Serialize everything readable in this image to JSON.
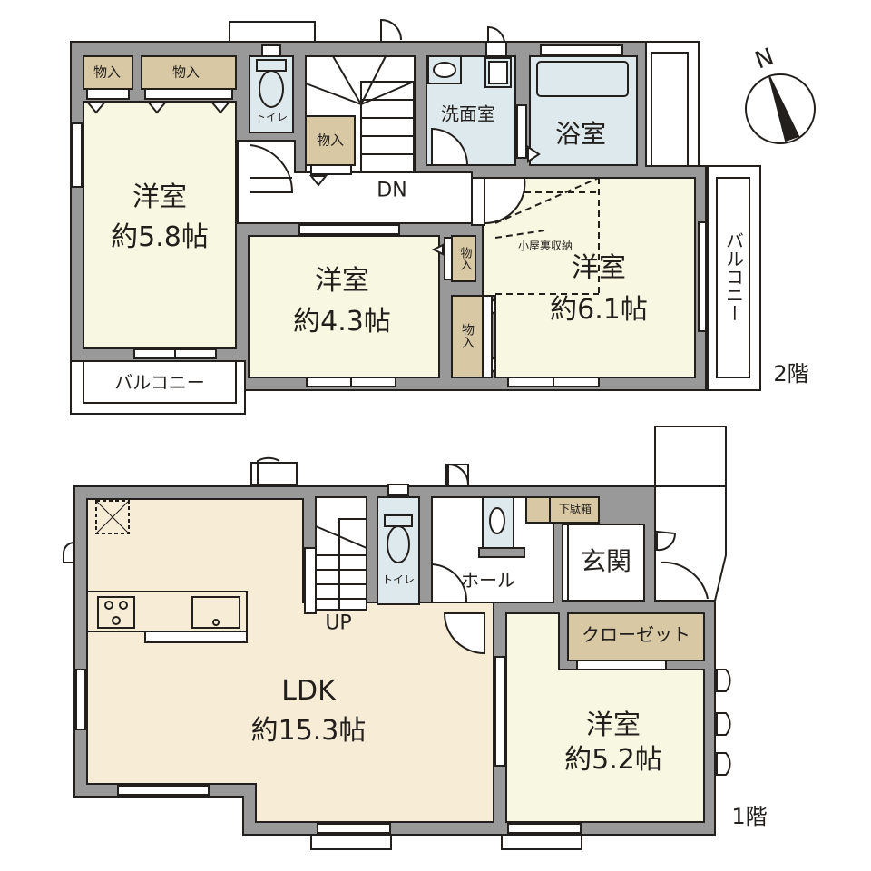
{
  "colors": {
    "wall": "#999999",
    "outline": "#231f1c",
    "bedroom_floor": "#f8f7e1",
    "ldk_floor": "#f7ecd5",
    "wet_area": "#dde9ec",
    "storage": "#d8c8a4",
    "white": "#ffffff"
  },
  "compass": {
    "label": "N",
    "icon": "north-arrow-icon"
  },
  "floor2": {
    "level_label": "2階",
    "rooms": {
      "west_bedroom": {
        "name": "洋室",
        "size": "約5.8帖"
      },
      "center_bedroom": {
        "name": "洋室",
        "size": "約4.3帖"
      },
      "east_bedroom": {
        "name": "洋室",
        "size": "約6.1帖"
      },
      "washroom": {
        "name": "洗面室"
      },
      "bathroom": {
        "name": "浴室"
      },
      "toilet": {
        "name": "トイレ"
      },
      "attic_storage": {
        "name": "小屋裏収納"
      },
      "west_balcony": {
        "name": "バルコニー"
      },
      "east_balcony": {
        "name": "バルコニー"
      }
    },
    "closets": [
      "物入",
      "物入",
      "物入",
      "物入",
      "物入"
    ],
    "stair_label": "DN"
  },
  "floor1": {
    "level_label": "1階",
    "rooms": {
      "ldk": {
        "name": "LDK",
        "size": "約15.3帖"
      },
      "bedroom": {
        "name": "洋室",
        "size": "約5.2帖"
      },
      "hall": {
        "name": "ホール"
      },
      "entrance": {
        "name": "玄関"
      },
      "toilet": {
        "name": "トイレ"
      },
      "closet": {
        "name": "クローゼット"
      },
      "shoe_box": {
        "name": "下駄箱"
      }
    },
    "stair_label": "UP"
  }
}
